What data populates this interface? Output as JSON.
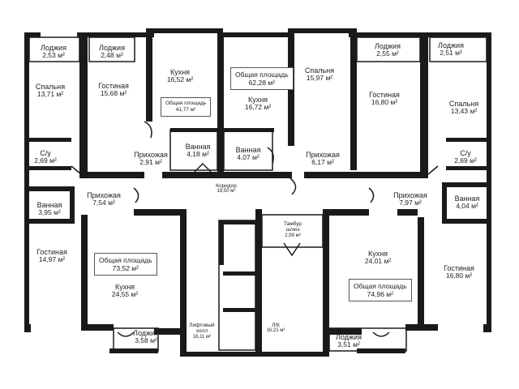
{
  "rooms": {
    "loggia_a": {
      "name": "Лоджия",
      "area": "2,53 м²"
    },
    "loggia_b": {
      "name": "Лоджия",
      "area": "2,48 м²"
    },
    "bedroom_a": {
      "name": "Спальня",
      "area": "13,71 м²"
    },
    "living_a": {
      "name": "Гостиная",
      "area": "15,68 м²"
    },
    "kitchen_a": {
      "name": "Кухня",
      "area": "16,52 м²"
    },
    "bath_su_a": {
      "name": "С/у",
      "area": "2,69 м²"
    },
    "hall_b": {
      "name": "Прихожая",
      "area": "2,91 м²"
    },
    "bath_b": {
      "name": "Ванная",
      "area": "4,18 м²"
    },
    "kitchen_c": {
      "name": "Кухня",
      "area": "16,72 м²"
    },
    "bath_c": {
      "name": "Ванная",
      "area": "4,07 м²"
    },
    "bedroom_c": {
      "name": "Спальня",
      "area": "15,97 м²"
    },
    "hall_c": {
      "name": "Прихожая",
      "area": "6,17 м²"
    },
    "loggia_c": {
      "name": "Лоджия",
      "area": "2,55 м²"
    },
    "living_c": {
      "name": "Гостиная",
      "area": "16,80 м²"
    },
    "loggia_d": {
      "name": "Лоджия",
      "area": "2,51 м²"
    },
    "bedroom_d": {
      "name": "Спальня",
      "area": "13,43 м²"
    },
    "bath_su_d": {
      "name": "С/у",
      "area": "2,69 м²"
    },
    "corridor": {
      "name": "Коридор",
      "area": "19,50 м²"
    },
    "bath_a2": {
      "name": "Ванная",
      "area": "3,95 м²"
    },
    "hall_a2": {
      "name": "Прихожая",
      "area": "7,54 м²"
    },
    "living_a2": {
      "name": "Гостиная",
      "area": "14,97 м²"
    },
    "kitchen_a2": {
      "name": "Кухня",
      "area": "24,55 м²"
    },
    "loggia_a2": {
      "name": "Лоджия",
      "area": "3,58 м²"
    },
    "elevator_hall": {
      "name": "Лифтовый холл",
      "area": "16,11 м²"
    },
    "stairs": {
      "name": "Л/К",
      "area": "16,21 м²"
    },
    "vestibule": {
      "name": "Тамбур шлюз",
      "area": "2,99 м²"
    },
    "hall_d2": {
      "name": "Прихожая",
      "area": "7,97 м²"
    },
    "bath_d2": {
      "name": "Ванная",
      "area": "4,04 м²"
    },
    "kitchen_d2": {
      "name": "Кухня",
      "area": "24,01 м²"
    },
    "living_d2": {
      "name": "Гостиная",
      "area": "16,80 м²"
    },
    "loggia_d2": {
      "name": "Лоджия",
      "area": "3,51 м²"
    }
  },
  "totals": {
    "apt_b": {
      "label": "Общая площадь",
      "area": "41,77 м²"
    },
    "apt_c": {
      "label": "Общая площадь",
      "area": "62,28 м²"
    },
    "apt_a2": {
      "label": "Общая площадь",
      "area": "73,52 м²"
    },
    "apt_d2": {
      "label": "Общая площадь",
      "area": "74,96 м²"
    }
  }
}
